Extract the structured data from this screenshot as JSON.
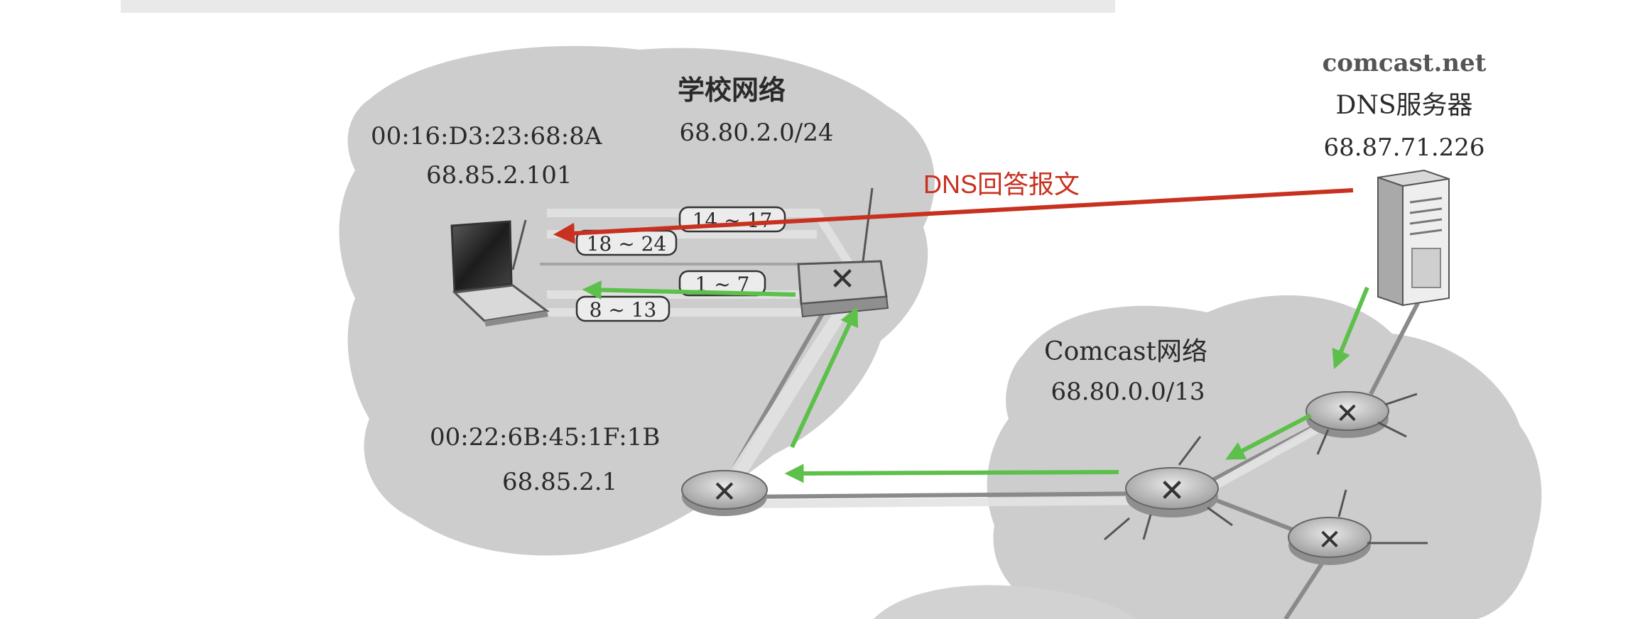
{
  "school_network": {
    "title": "学校网络",
    "subnet": "68.80.2.0/24"
  },
  "laptop": {
    "mac": "00:16:D3:23:68:8A",
    "ip": "68.85.2.101"
  },
  "gateway_router": {
    "mac": "00:22:6B:45:1F:1B",
    "ip": "68.85.2.1"
  },
  "comcast_network": {
    "title": "Comcast网络",
    "subnet": "68.80.0.0/13"
  },
  "dns_server": {
    "domain": "comcast.net",
    "title": "DNS服务器",
    "ip": "68.87.71.226"
  },
  "message_ranges": [
    "14 ~ 17",
    "18 ~ 24",
    "1 ~ 7",
    "8 ~ 13"
  ],
  "dns_reply_label": "DNS回答报文",
  "colors": {
    "cloud": "#cdcdcd",
    "reply_arrow": "#c8311f",
    "path_arrow": "#5cc04a",
    "link": "#8a8a8a",
    "router": "#b9b9b9"
  }
}
